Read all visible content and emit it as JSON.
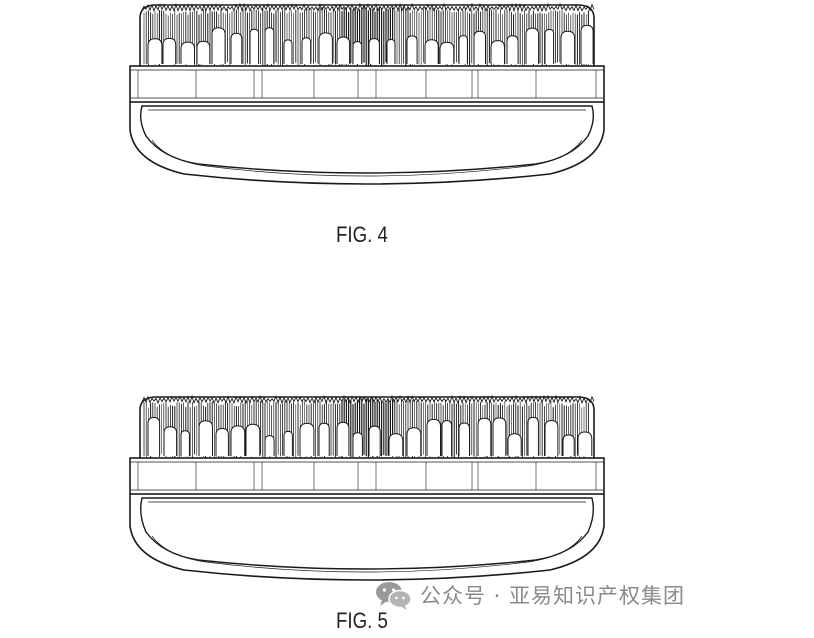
{
  "figures": [
    {
      "id": "fig4",
      "caption": "FIG. 4"
    },
    {
      "id": "fig5",
      "caption": "FIG. 5"
    }
  ],
  "watermark": {
    "icon": "wechat-icon",
    "text": "公众号 · 亚易知识产权集团"
  },
  "colors": {
    "line": "#1a1a1a",
    "caption": "#222222",
    "watermark": "#8a8a8a",
    "background": "#ffffff"
  }
}
